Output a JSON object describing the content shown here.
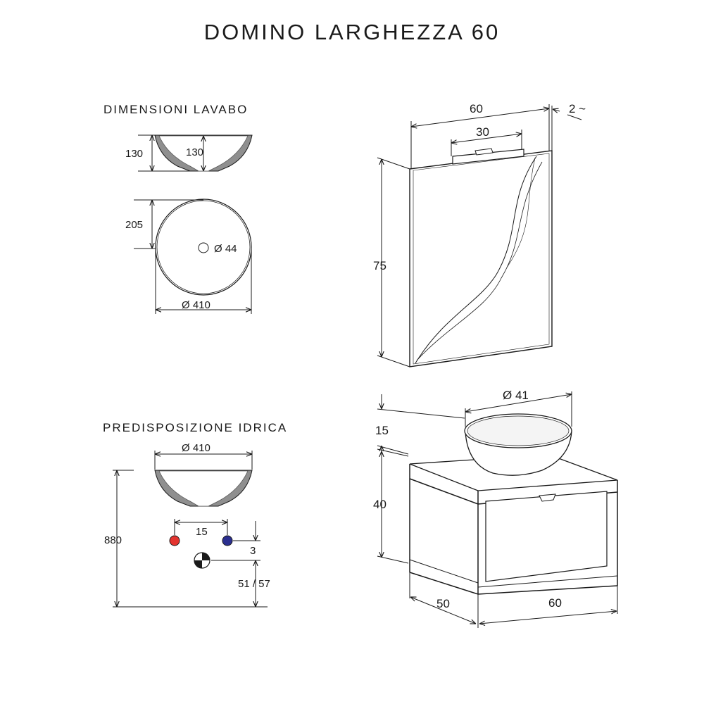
{
  "title": "DOMINO LARGHEZZA 60",
  "sections": {
    "basin_dimensions": "DIMENSIONI LAVABO",
    "water_setup": "PREDISPOSIZIONE IDRICA"
  },
  "basin": {
    "height_outer": "130",
    "height_inner": "130",
    "radius": "205",
    "drain_diameter": "Ø 44",
    "diameter": "Ø 410"
  },
  "mirror": {
    "width": "60",
    "lamp_width": "30",
    "depth": "2 ~",
    "height": "75"
  },
  "cabinet": {
    "basin_diameter": "Ø 41",
    "top_height": "15",
    "height": "40",
    "depth": "50",
    "width": "60"
  },
  "plumbing": {
    "basin_diameter": "Ø 410",
    "tap_spacing": "15",
    "offset": "3",
    "height_total": "880",
    "drain_height": "51 / 57"
  },
  "colors": {
    "hot_water": "#e3342f",
    "cold_water": "#2b2f8f",
    "line": "#1a1a1a",
    "basin_shade": "#8f8f8f"
  }
}
